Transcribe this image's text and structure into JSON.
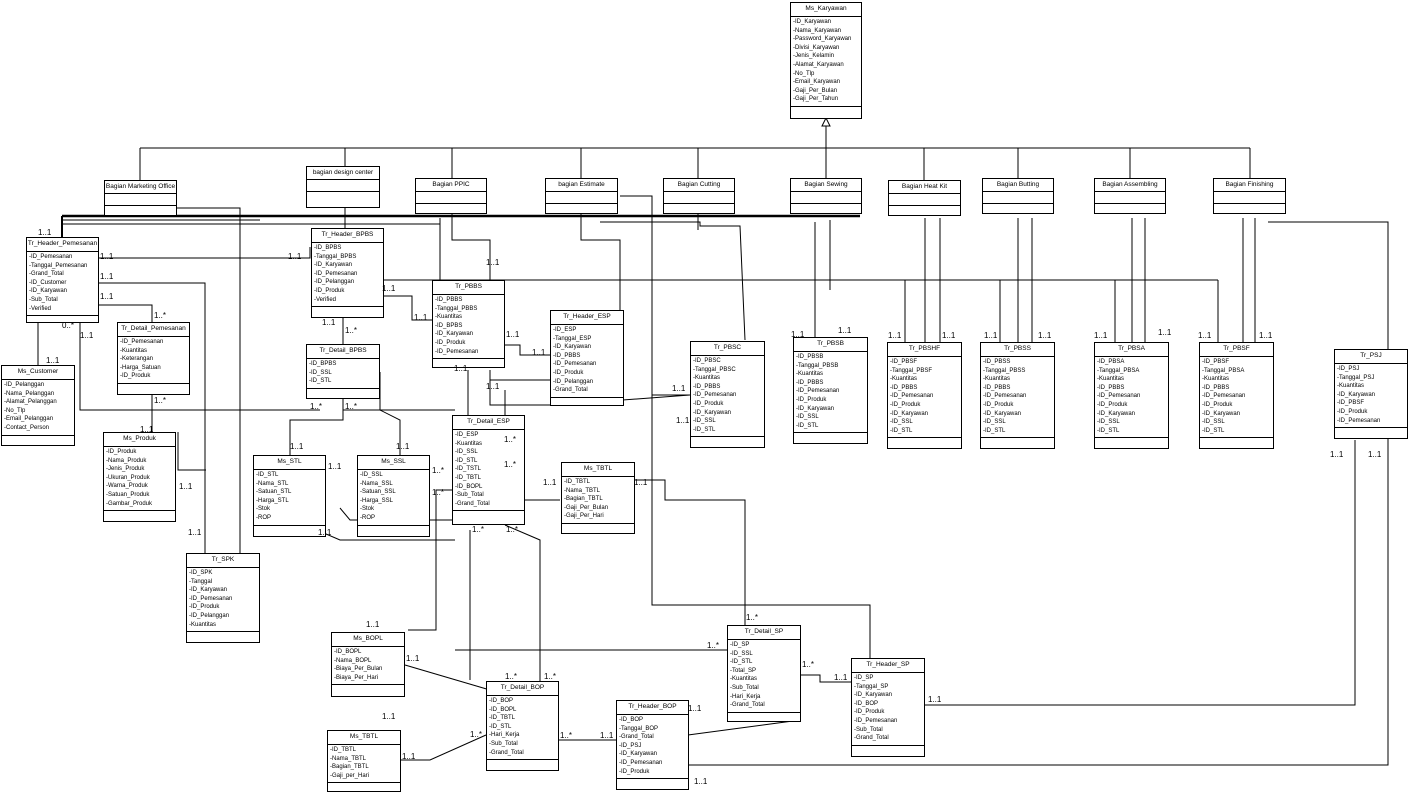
{
  "classes": {
    "ms_karyawan": {
      "title": "Ms_Karyawan",
      "attrs": [
        "-ID_Karyawan",
        "-Nama_Karyawan",
        "-Password_Karyawan",
        "-Divisi_Karyawan",
        "-Jenis_Kelamin",
        "-Alamat_Karyawan",
        "-No_Tlp",
        "-Email_Karyawan",
        "-Gaji_Per_Bulan",
        "-Gaji_Per_Tahun"
      ]
    },
    "bagian_marketing": {
      "title": "Bagian Marketing Office",
      "attrs": []
    },
    "bagian_design": {
      "title": "bagian design center",
      "attrs": []
    },
    "bagian_ppic": {
      "title": "Bagian PPIC",
      "attrs": []
    },
    "bagian_estimate": {
      "title": "bagian Estimate",
      "attrs": []
    },
    "bagian_cutting": {
      "title": "Bagian Cutting",
      "attrs": []
    },
    "bagian_sewing": {
      "title": "Bagian Sewing",
      "attrs": []
    },
    "bagian_heat": {
      "title": "Bagian Heat Kit",
      "attrs": []
    },
    "bagian_butting": {
      "title": "Bagian Butting",
      "attrs": []
    },
    "bagian_assembling": {
      "title": "Bagian Assembling",
      "attrs": []
    },
    "bagian_finishing": {
      "title": "Bagian Finishing",
      "attrs": []
    },
    "tr_header_pemesanan": {
      "title": "Tr_Header_Pemesanan",
      "attrs": [
        "-ID_Pemesanan",
        "-Tanggal_Pemesanan",
        "-Grand_Total",
        "-ID_Customer",
        "-ID_Karyawan",
        "-Sub_Total",
        "-Verified"
      ]
    },
    "tr_header_bpbs": {
      "title": "Tr_Header_BPBS",
      "attrs": [
        "-ID_BPBS",
        "-Tanggal_BPBS",
        "-ID_Karyawan",
        "-ID_Pemesanan",
        "-ID_Pelanggan",
        "-ID_Produk",
        "-Verified"
      ]
    },
    "tr_pbbs": {
      "title": "Tr_PBBS",
      "attrs": [
        "-ID_PBBS",
        "-Tanggal_PBBS",
        "-Kuantitas",
        "-ID_BPBS",
        "-ID_Karyawan",
        "-ID_Produk",
        "-ID_Pemesanan"
      ]
    },
    "tr_header_esp": {
      "title": "Tr_Header_ESP",
      "attrs": [
        "-ID_ESP",
        "-Tanggal_ESP",
        "-ID_Karyawan",
        "-ID_PBBS",
        "-ID_Pemesanan",
        "-ID_Produk",
        "-ID_Pelanggan",
        "-Grand_Total"
      ]
    },
    "tr_detail_pemesanan": {
      "title": "Tr_Detail_Pemesanan",
      "attrs": [
        "-ID_Pemesanan",
        "-Kuantitas",
        "-Keterangan",
        "-Harga_Satuan",
        "-ID_Produk"
      ]
    },
    "tr_detail_bpbs": {
      "title": "Tr_Detail_BPBS",
      "attrs": [
        "-ID_BPBS",
        "-ID_SSL",
        "-ID_STL"
      ]
    },
    "ms_customer": {
      "title": "Ms_Customer",
      "attrs": [
        "-ID_Pelanggan",
        "-Nama_Pelanggan",
        "-Alamat_Pelanggan",
        "-No_Tlp",
        "-Email_Pelanggan",
        "-Contact_Person"
      ]
    },
    "ms_produk": {
      "title": "Ms_Produk",
      "attrs": [
        "-ID_Produk",
        "-Nama_Produk",
        "-Jenis_Produk",
        "-Ukuran_Produk",
        "-Warna_Produk",
        "-Satuan_Produk",
        "-Gambar_Produk"
      ]
    },
    "ms_stl": {
      "title": "Ms_STL",
      "attrs": [
        "-ID_STL",
        "-Nama_STL",
        "-Satuan_STL",
        "-Harga_STL",
        "-Stok",
        "-ROP"
      ]
    },
    "ms_ssl": {
      "title": "Ms_SSL",
      "attrs": [
        "-ID_SSL",
        "-Nama_SSL",
        "-Satuan_SSL",
        "-Harga_SSL",
        "-Stok",
        "-ROP"
      ]
    },
    "tr_detail_esp": {
      "title": "Tr_Detail_ESP",
      "attrs": [
        "-ID_ESP",
        "-Kuantitas",
        "-ID_SSL",
        "-ID_STL",
        "-ID_TSTL",
        "-ID_TBTL",
        "-ID_BOPL",
        "-Sub_Total",
        "-Grand_Total"
      ]
    },
    "ms_tbtl": {
      "title": "Ms_TBTL",
      "attrs": [
        "-ID_TBTL",
        "-Nama_TBTL",
        "-Bagian_TBTL",
        "-Gaji_Per_Bulan",
        "-Gaji_Per_Hari"
      ]
    },
    "tr_pbsc": {
      "title": "Tr_PBSC",
      "attrs": [
        "-ID_PBSC",
        "-Tanggal_PBSC",
        "-Kuantitas",
        "-ID_PBBS",
        "-ID_Pemesanan",
        "-ID_Produk",
        "-ID_Karyawan",
        "-ID_SSL",
        "-ID_STL"
      ]
    },
    "tr_pbsb": {
      "title": "Tr_PBSB",
      "attrs": [
        "-ID_PBSB",
        "-Tanggal_PBSB",
        "-Kuantitas",
        "-ID_PBBS",
        "-ID_Pemesanan",
        "-ID_Produk",
        "-ID_Karyawan",
        "-ID_SSL",
        "-ID_STL"
      ]
    },
    "tr_pbshf": {
      "title": "Tr_PBSHF",
      "attrs": [
        "-ID_PBSF",
        "-Tanggal_PBSF",
        "-Kuantitas",
        "-ID_PBBS",
        "-ID_Pemesanan",
        "-ID_Produk",
        "-ID_Karyawan",
        "-ID_SSL",
        "-ID_STL"
      ]
    },
    "tr_pbss": {
      "title": "Tr_PBSS",
      "attrs": [
        "-ID_PBSS",
        "-Tanggal_PBSS",
        "-Kuantitas",
        "-ID_PBBS",
        "-ID_Pemesanan",
        "-ID_Produk",
        "-ID_Karyawan",
        "-ID_SSL",
        "-ID_STL"
      ]
    },
    "tr_pbsa": {
      "title": "Tr_PBSA",
      "attrs": [
        "-ID_PBSA",
        "-Tanggal_PBSA",
        "-Kuantitas",
        "-ID_PBBS",
        "-ID_Pemesanan",
        "-ID_Produk",
        "-ID_Karyawan",
        "-ID_SSL",
        "-ID_STL"
      ]
    },
    "tr_pbsf": {
      "title": "Tr_PBSF",
      "attrs": [
        "-ID_PBSF",
        "-Tanggal_PBSA",
        "-Kuantitas",
        "-ID_PBBS",
        "-ID_Pemesanan",
        "-ID_Produk",
        "-ID_Karyawan",
        "-ID_SSL",
        "-ID_STL"
      ]
    },
    "tr_psj": {
      "title": "Tr_PSJ",
      "attrs": [
        "-ID_PSJ",
        "-Tanggal_PSJ",
        "-Kuantitas",
        "-ID_Karyawan",
        "-ID_PBSF",
        "-ID_Produk",
        "-ID_Pemesanan"
      ]
    },
    "tr_spk": {
      "title": "Tr_SPK",
      "attrs": [
        "-ID_SPK",
        "-Tanggal",
        "-ID_Karyawan",
        "-ID_Pemesanan",
        "-ID_Produk",
        "-ID_Pelanggan",
        "-Kuantitas"
      ]
    },
    "ms_bopl": {
      "title": "Ms_BOPL",
      "attrs": [
        "-ID_BOPL",
        "-Nama_BOPL",
        "-Biaya_Per_Bulan",
        "-Biaya_Per_Hari"
      ]
    },
    "tr_detail_sp": {
      "title": "Tr_Detail_SP",
      "attrs": [
        "-ID_SP",
        "-ID_SSL",
        "-ID_STL",
        "-Total_SP",
        "-Kuantitas",
        "-Sub_Total",
        "-Hari_Kerja",
        "-Grand_Total"
      ]
    },
    "tr_header_sp": {
      "title": "Tr_Header_SP",
      "attrs": [
        "-ID_SP",
        "-Tanggal_SP",
        "-ID_Karyawan",
        "-ID_BOP",
        "-ID_Produk",
        "-ID_Pemesanan",
        "-Sub_Total",
        "-Grand_Total"
      ]
    },
    "tr_detail_bop": {
      "title": "Tr_Detail_BOP",
      "attrs": [
        "-ID_BOP",
        "-ID_BOPL",
        "-ID_TBTL",
        "-ID_STL",
        "-Hari_Kerja",
        "-Sub_Total",
        "-Grand_Total"
      ]
    },
    "tr_header_bop": {
      "title": "Tr_Header_BOP",
      "attrs": [
        "-ID_BOP",
        "-Tanggal_BOP",
        "-Grand_Total",
        "-ID_PSJ",
        "-ID_Karyawan",
        "-ID_Pemesanan",
        "-ID_Produk"
      ]
    },
    "ms_tbtl2": {
      "title": "Ms_TBTL",
      "attrs": [
        "-ID_TBTL",
        "-Nama_TBTL",
        "-Bagian_TBTL",
        "-Gaji_per_Hari"
      ]
    }
  },
  "multiplicities": [
    "1..1",
    "1..*",
    "0..*"
  ]
}
